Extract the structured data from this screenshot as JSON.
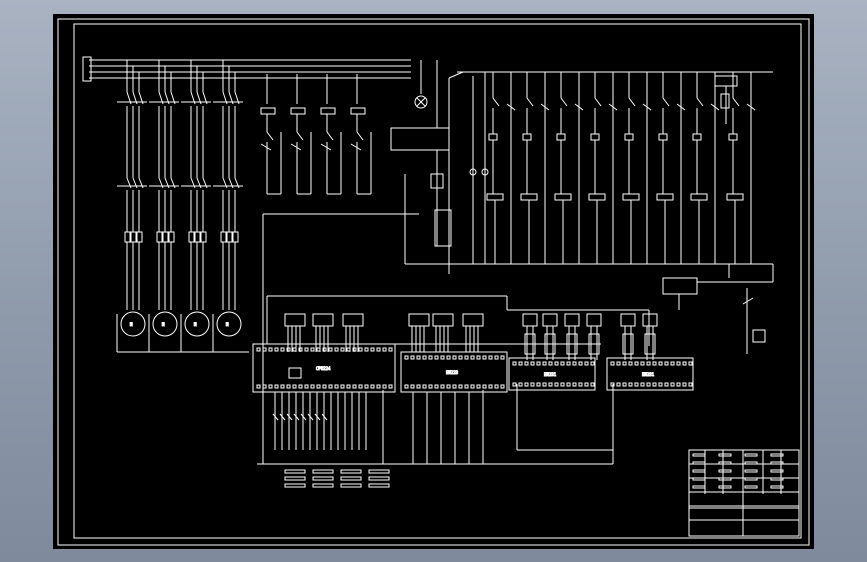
{
  "drawing": {
    "background": "#000000",
    "line_color": "#ffffff",
    "viewer_background": "#9aa4b4",
    "frame": "double-border"
  },
  "motors": [
    "M",
    "M",
    "M",
    "M"
  ],
  "plc_modules": [
    "CPU224",
    "EM223",
    "EM231",
    "EM231"
  ],
  "title_block": {
    "rows": 6,
    "columns": 8
  }
}
